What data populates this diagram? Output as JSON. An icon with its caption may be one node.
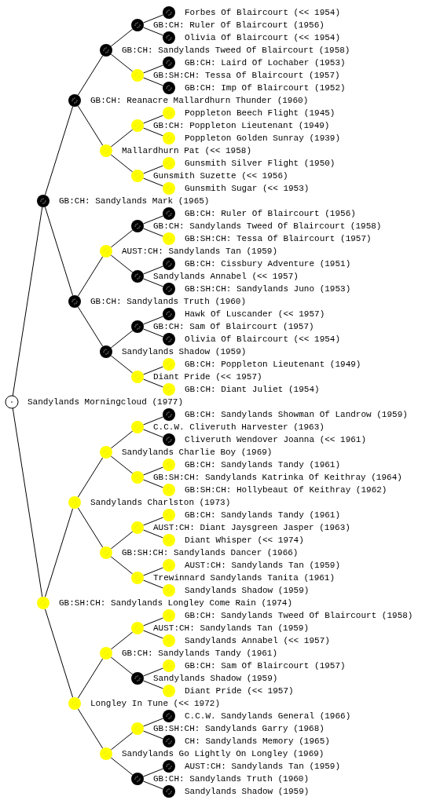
{
  "diagram": {
    "nodes": [
      {
        "text": [
          "Forbes Of Blaircourt (<< 1954)"
        ]
      },
      {
        "text": [
          "GB:CH: Ruler Of Blaircourt (1956)"
        ]
      },
      {
        "text": [
          "Olivia Of Blaircourt (<< 1954)"
        ]
      },
      {
        "text": [
          "GB:CH: Sandylands Tweed Of Blaircourt (1958)"
        ]
      },
      {
        "text": [
          "GB:CH: Laird Of Lochaber (1953)"
        ]
      },
      {
        "text": [
          "GB:SH:CH: Tessa Of Blaircourt (1957)"
        ]
      },
      {
        "text": [
          "GB:CH: Imp Of Blaircourt (1952)"
        ]
      },
      {
        "text": [
          "GB:CH: Reanacre Mallardhurn Thunder (1960)"
        ]
      },
      {
        "text": [
          "Poppleton Beech Flight (1945)"
        ]
      },
      {
        "text": [
          "GB:CH: Poppleton Lieutenant (1949)"
        ]
      },
      {
        "text": [
          "Poppleton Golden Sunray (1939)"
        ]
      },
      {
        "text": [
          "Mallardhurn Pat (<< 1958)"
        ]
      },
      {
        "text": [
          "Gunsmith Silver Flight (1950)"
        ]
      },
      {
        "text": [
          "Gunsmith Suzette (<< 1956)"
        ]
      },
      {
        "text": [
          "Gunsmith Sugar (<< 1953)"
        ]
      },
      {
        "text": [
          "GB:CH: Sandylands Mark (1965)"
        ]
      },
      {
        "text": [
          "GB:CH: Ruler Of Blaircourt (1956)"
        ]
      },
      {
        "text": [
          "GB:CH: Sandylands Tweed Of Blaircourt (1958)"
        ]
      },
      {
        "text": [
          "GB:SH:CH: Tessa Of Blaircourt (1957)"
        ]
      },
      {
        "text": [
          "AUST:CH: Sandylands Tan (1959)"
        ]
      },
      {
        "text": [
          "GB:CH: Cissbury Adventure (1951)"
        ]
      },
      {
        "text": [
          "Sandylands Annabel (<< 1957)"
        ]
      },
      {
        "text": [
          "GB:SH:CH: Sandylands Juno (1953)"
        ]
      },
      {
        "text": [
          "GB:CH: Sandylands Truth (1960)"
        ]
      },
      {
        "text": [
          "Hawk Of Luscander (<< 1957)"
        ]
      },
      {
        "text": [
          "GB:CH: Sam Of Blaircourt (1957)"
        ]
      },
      {
        "text": [
          "Olivia Of Blaircourt (<< 1954)"
        ]
      },
      {
        "text": [
          "Sandylands Shadow (1959)"
        ]
      },
      {
        "text": [
          "GB:CH: Poppleton Lieutenant (1949)"
        ]
      },
      {
        "text": [
          "Diant Pride (<< 1957)"
        ]
      },
      {
        "text": [
          "GB:CH: Diant Juliet (1954)"
        ]
      },
      {
        "text": [
          "Sandylands Morningcloud (1977)"
        ]
      },
      {
        "text": [
          "GB:CH: Sandylands Showman Of Landrow (1959)"
        ]
      },
      {
        "text": [
          "C.C.W. Cliveruth Harvester (1963)"
        ]
      },
      {
        "text": [
          "Cliveruth Wendover Joanna (<< 1961)"
        ]
      },
      {
        "text": [
          "Sandylands Charlie Boy (1969)"
        ]
      },
      {
        "text": [
          "GB:CH: Sandylands Tandy (1961)"
        ]
      },
      {
        "text": [
          "GB:SH:CH: Sandylands Katrinka Of Keithray (1964)"
        ]
      },
      {
        "text": [
          "GB:SH:CH: Hollybeaut Of Keithray (1962)"
        ]
      },
      {
        "text": [
          "Sandylands Charlston (1973)"
        ]
      },
      {
        "text": [
          "GB:CH: Sandylands Tandy (1961)"
        ]
      },
      {
        "text": [
          "AUST:CH: Diant Jaysgreen Jasper (1963)"
        ]
      },
      {
        "text": [
          "Diant Whisper (<< 1974)"
        ]
      },
      {
        "text": [
          "GB:SH:CH: Sandylands Dancer (1966)"
        ]
      },
      {
        "text": [
          "AUST:CH: Sandylands Tan (1959)"
        ]
      },
      {
        "text": [
          "Trewinnard Sandylands Tanita (1961)"
        ]
      },
      {
        "text": [
          "Sandylands Shadow (1959)"
        ]
      },
      {
        "text": [
          "GB:SH:CH: Sandylands Longley Come Rain (1974)"
        ]
      },
      {
        "text": [
          "GB:CH: Sandylands Tweed Of Blaircourt (1958)"
        ]
      },
      {
        "text": [
          "AUST:CH: Sandylands Tan (1959)"
        ]
      },
      {
        "text": [
          "Sandylands Annabel (<< 1957)"
        ]
      },
      {
        "text": [
          "GB:CH: Sandylands Tandy (1961)"
        ]
      },
      {
        "text": [
          "GB:CH: Sam Of Blaircourt (1957)"
        ]
      },
      {
        "text": [
          "Sandylands Shadow (1959)"
        ]
      },
      {
        "text": [
          "Diant Pride (<< 1957)"
        ]
      },
      {
        "text": [
          "Longley In Tune (<< 1972)"
        ]
      },
      {
        "text": [
          "C.C.W. Sandylands General (1966)"
        ]
      },
      {
        "text": [
          "GB:SH:CH: Sandylands Garry (1968)"
        ]
      },
      {
        "text": [
          "CH: Sandylands Memory (1965)"
        ]
      },
      {
        "text": [
          "Sandylands Go Lightly On Longley (1969)"
        ]
      },
      {
        "text": [
          "AUST:CH: Sandylands Tan (1959)"
        ]
      },
      {
        "text": [
          "GB:CH: Sandylands Truth (1960)"
        ]
      },
      {
        "text": [
          "Sandylands Shadow (1959)"
        ]
      }
    ],
    "edges": [
      {
        "from": 31,
        "to": 15,
        "arrow": "none"
      },
      {
        "from": 31,
        "to": 47,
        "arrow": "none"
      },
      {
        "from": 15,
        "to": 7,
        "arrow": "none"
      },
      {
        "from": 15,
        "to": 23,
        "arrow": "none"
      },
      {
        "from": 47,
        "to": 39,
        "arrow": "none"
      },
      {
        "from": 47,
        "to": 55,
        "arrow": "none"
      },
      {
        "from": 7,
        "to": 3,
        "arrow": "none"
      },
      {
        "from": 7,
        "to": 11,
        "arrow": "none"
      },
      {
        "from": 23,
        "to": 19,
        "arrow": "none"
      },
      {
        "from": 23,
        "to": 27,
        "arrow": "none"
      },
      {
        "from": 39,
        "to": 35,
        "arrow": "none"
      },
      {
        "from": 39,
        "to": 43,
        "arrow": "none"
      },
      {
        "from": 55,
        "to": 51,
        "arrow": "none"
      },
      {
        "from": 55,
        "to": 59,
        "arrow": "none"
      },
      {
        "from": 3,
        "to": 1,
        "arrow": "none"
      },
      {
        "from": 3,
        "to": 5,
        "arrow": "none"
      },
      {
        "from": 11,
        "to": 9,
        "arrow": "none"
      },
      {
        "from": 11,
        "to": 13,
        "arrow": "none"
      },
      {
        "from": 19,
        "to": 17,
        "arrow": "none"
      },
      {
        "from": 19,
        "to": 21,
        "arrow": "none"
      },
      {
        "from": 27,
        "to": 25,
        "arrow": "none"
      },
      {
        "from": 27,
        "to": 29,
        "arrow": "none"
      },
      {
        "from": 35,
        "to": 33,
        "arrow": "none"
      },
      {
        "from": 35,
        "to": 37,
        "arrow": "none"
      },
      {
        "from": 43,
        "to": 41,
        "arrow": "none"
      },
      {
        "from": 43,
        "to": 45,
        "arrow": "none"
      },
      {
        "from": 51,
        "to": 49,
        "arrow": "none"
      },
      {
        "from": 51,
        "to": 53,
        "arrow": "none"
      },
      {
        "from": 59,
        "to": 57,
        "arrow": "none"
      },
      {
        "from": 59,
        "to": 61,
        "arrow": "none"
      },
      {
        "from": 1,
        "to": 0,
        "arrow": "none"
      },
      {
        "from": 1,
        "to": 2,
        "arrow": "none"
      },
      {
        "from": 5,
        "to": 4,
        "arrow": "none"
      },
      {
        "from": 5,
        "to": 6,
        "arrow": "none"
      },
      {
        "from": 9,
        "to": 8,
        "arrow": "none"
      },
      {
        "from": 9,
        "to": 10,
        "arrow": "none"
      },
      {
        "from": 13,
        "to": 12,
        "arrow": "none"
      },
      {
        "from": 13,
        "to": 14,
        "arrow": "none"
      },
      {
        "from": 17,
        "to": 16,
        "arrow": "none"
      },
      {
        "from": 17,
        "to": 18,
        "arrow": "none"
      },
      {
        "from": 21,
        "to": 20,
        "arrow": "none"
      },
      {
        "from": 21,
        "to": 22,
        "arrow": "none"
      },
      {
        "from": 25,
        "to": 24,
        "arrow": "none"
      },
      {
        "from": 25,
        "to": 26,
        "arrow": "none"
      },
      {
        "from": 29,
        "to": 28,
        "arrow": "none"
      },
      {
        "from": 29,
        "to": 30,
        "arrow": "none"
      },
      {
        "from": 33,
        "to": 32,
        "arrow": "none"
      },
      {
        "from": 33,
        "to": 34,
        "arrow": "none"
      },
      {
        "from": 37,
        "to": 36,
        "arrow": "none"
      },
      {
        "from": 37,
        "to": 38,
        "arrow": "none"
      },
      {
        "from": 41,
        "to": 40,
        "arrow": "none"
      },
      {
        "from": 41,
        "to": 42,
        "arrow": "none"
      },
      {
        "from": 45,
        "to": 44,
        "arrow": "none"
      },
      {
        "from": 45,
        "to": 46,
        "arrow": "none"
      },
      {
        "from": 49,
        "to": 48,
        "arrow": "none"
      },
      {
        "from": 49,
        "to": 50,
        "arrow": "none"
      },
      {
        "from": 53,
        "to": 52,
        "arrow": "none"
      },
      {
        "from": 53,
        "to": 54,
        "arrow": "none"
      },
      {
        "from": 57,
        "to": 56,
        "arrow": "none"
      },
      {
        "from": 57,
        "to": 58,
        "arrow": "none"
      },
      {
        "from": 61,
        "to": 60,
        "arrow": "none"
      },
      {
        "from": 61,
        "to": 62,
        "arrow": "none"
      }
    ]
  }
}
